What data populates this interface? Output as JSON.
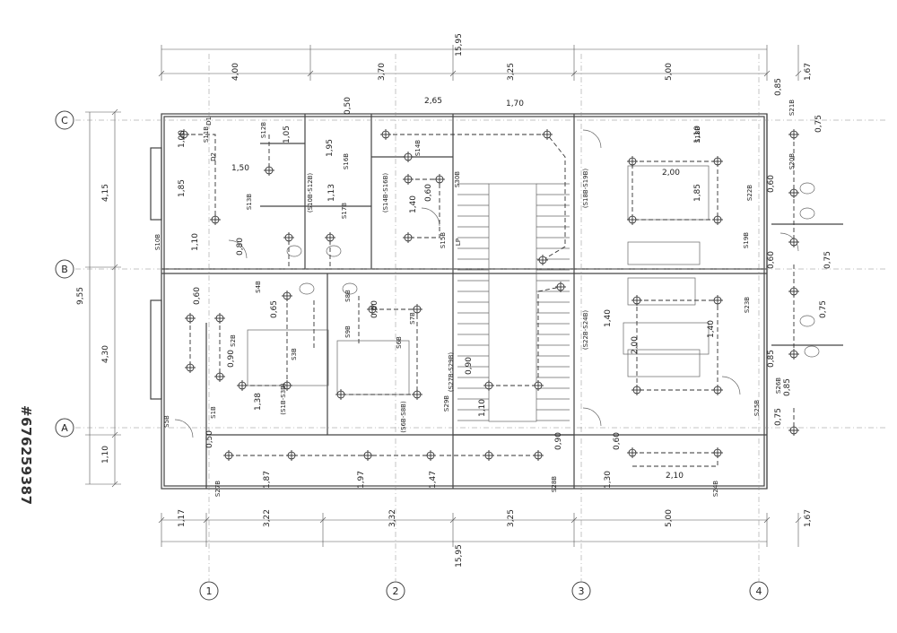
{
  "watermark": "#676259387",
  "grid_rows": [
    "C",
    "B",
    "A"
  ],
  "grid_cols": [
    "1",
    "2",
    "3",
    "4"
  ],
  "overall": {
    "top": "15,95",
    "bottom": "15,95",
    "left": "9,55"
  },
  "top_dims": [
    "4,00",
    "3,70",
    "3,25",
    "5,00",
    "1,67"
  ],
  "bottom_dims": [
    "1,17",
    "3,22",
    "3,32",
    "3,25",
    "5,00",
    "1,67"
  ],
  "left_dims": [
    "4,15",
    "4,30",
    "1,10"
  ],
  "interior_dims": [
    "2,65",
    "1,70",
    "0,50",
    "0,85",
    "0,75",
    "1,00",
    "1,05",
    "1,95",
    "1,50",
    "1,85",
    "1,10",
    "1,13",
    "0,60",
    "1,40",
    "2,00",
    "1,85",
    "1,10",
    "0,80",
    "0,65",
    "0,90",
    "0,50",
    "1,38",
    "1,47",
    "1,87",
    "1,97",
    "0,60",
    "1,30",
    "2,10",
    "0,75",
    "0,85",
    "0,90",
    "1,10",
    "0,90",
    "0,60",
    "0,60",
    "0,75",
    "0,60",
    "0,75",
    "0,60",
    "0,85",
    "1,40",
    "2,00",
    "1,40"
  ],
  "labels": [
    "S11B",
    "S12B",
    "S13B",
    "S10B",
    "S15B",
    "S16B",
    "S17B",
    "S14B",
    "S30B",
    "S18B",
    "S19B",
    "S21B",
    "S20B",
    "S22B",
    "S23B",
    "S25B",
    "S26B",
    "S27B",
    "S28B",
    "S29B",
    "S24B",
    "S2B",
    "S3B",
    "S4B",
    "S5B",
    "S6B",
    "S7B",
    "S8B",
    "S9B",
    "S1B",
    "(S10B-S12B)",
    "(S14B-S16B)",
    "(S18B-S19B)",
    "(S22B-S24B)",
    "(S27B-S29B)",
    "(S1B-S3B)",
    "(S6B-S8B)",
    "D1",
    "D2",
    "LP"
  ]
}
